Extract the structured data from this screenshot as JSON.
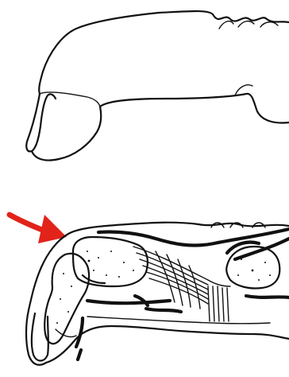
{
  "figure": {
    "panels": [
      {
        "id": "top",
        "subject": "finger-outline"
      },
      {
        "id": "bottom",
        "subject": "finger-anatomy-section"
      }
    ],
    "pointer": {
      "color": "#e2231a"
    },
    "ink_color": "#111111",
    "background": "#ffffff"
  }
}
